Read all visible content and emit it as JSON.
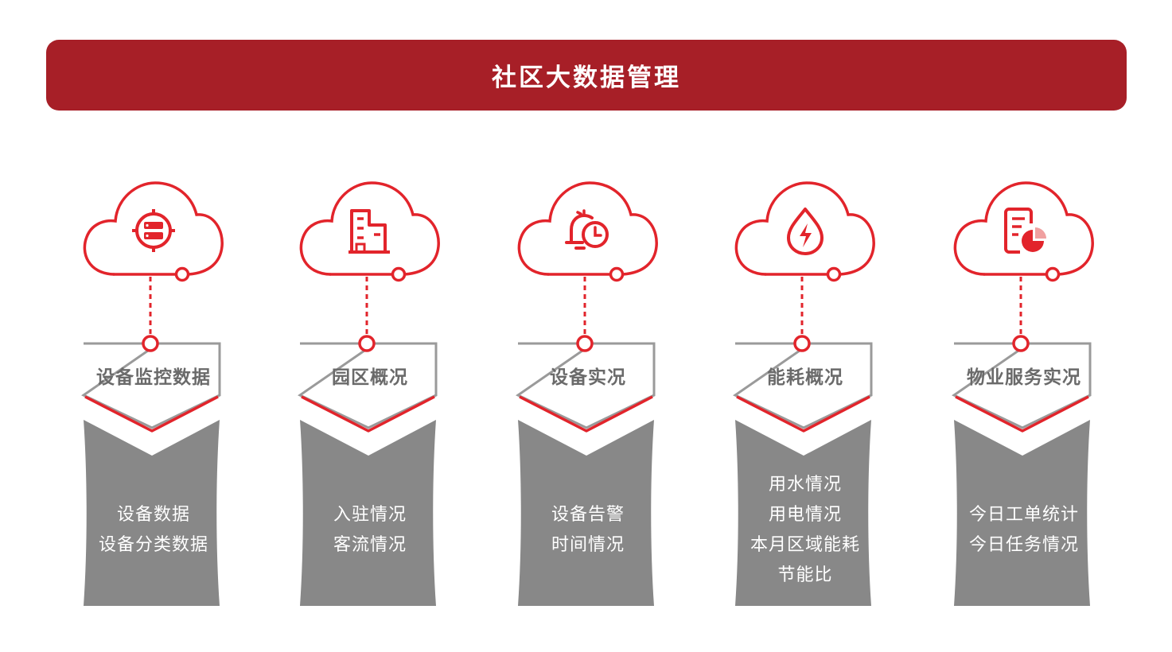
{
  "header": {
    "title": "社区大数据管理"
  },
  "colors": {
    "accent": "#a71f27",
    "icon_red": "#e2242b",
    "panel_gray": "#888888",
    "title_gray": "#6a6a6a"
  },
  "modules": [
    {
      "icon": "server-target-icon",
      "title": "设备监控数据",
      "details": [
        "设备数据",
        "设备分类数据"
      ]
    },
    {
      "icon": "building-icon",
      "title": "园区概况",
      "details": [
        "入驻情况",
        "客流情况"
      ]
    },
    {
      "icon": "alarm-clock-icon",
      "title": "设备实况",
      "details": [
        "设备告警",
        "时间情况"
      ]
    },
    {
      "icon": "energy-drop-icon",
      "title": "能耗概况",
      "details": [
        "用水情况",
        "用电情况",
        "本月区域能耗",
        "节能比"
      ]
    },
    {
      "icon": "report-chart-icon",
      "title": "物业服务实况",
      "details": [
        "今日工单统计",
        "今日任务情况"
      ]
    }
  ]
}
